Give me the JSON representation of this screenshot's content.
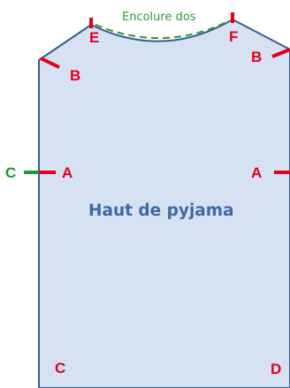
{
  "diagram": {
    "title": "Haut de pyjama",
    "neckline_label": "Encolure dos",
    "points": {
      "e": "E",
      "f": "F",
      "b_left": "B",
      "b_right": "B",
      "a_left": "A",
      "a_right": "A",
      "c_marker": "C",
      "c_label": "C",
      "d_label": "D"
    },
    "colors": {
      "fabric_fill": "#d6e1f1",
      "outline": "#3a5c8c",
      "marker_red": "#e3001b",
      "marker_green": "#1a9a34",
      "neckline_dashed": "#2c9a3c",
      "title_text": "#3d6aa8"
    }
  }
}
